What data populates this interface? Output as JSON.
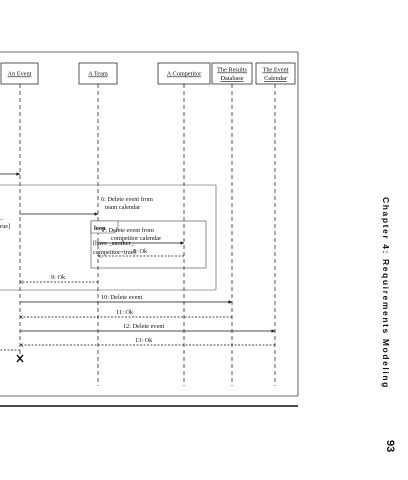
{
  "lifelines": {
    "event": "An Event",
    "team": "A Team",
    "competitor": "A Competitor",
    "results_db": [
      "The Results",
      "Database"
    ],
    "event_calendar": [
      "The Event",
      "Calendar"
    ]
  },
  "fragments": {
    "loop_label": "loop"
  },
  "guards": {
    "cut_off_left": [
      "_",
      "rue]"
    ],
    "another_competitor": [
      "[have _another_",
      "competitor=true]"
    ]
  },
  "messages": {
    "m6": [
      "6: Delete event from",
      "team calendar"
    ],
    "m7": [
      "7: Delete event from",
      "competitor calendar"
    ],
    "m8": "8: Ok",
    "m9": "9: Ok",
    "m10": "10: Delete event",
    "m11": "11: Ok",
    "m12": "12: Delete event",
    "m13": "13: Ok"
  },
  "margin": {
    "chapter": "Chapter 4:  Requirements Modeling",
    "page_number": "93"
  }
}
